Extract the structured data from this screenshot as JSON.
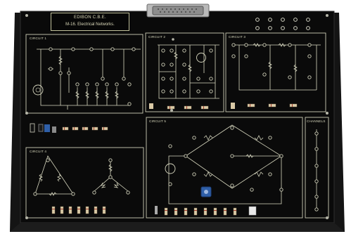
{
  "board": {
    "maker": "EDIBON C.B.E.",
    "model": "M-16. Electrical Networks."
  },
  "zones": {
    "circuit_1": "CIRCUIT 1",
    "circuit_2": "CIRCUIT 2",
    "circuit_3": "CIRCUIT 3",
    "circuit_4": "CIRCUIT 4",
    "circuit_5": "CIRCUIT 5",
    "channels": "CHANNELS"
  },
  "colors": {
    "panel": "#0a0a0a",
    "panel_edge": "#2a2a2a",
    "silkscreen": "#d8d8c0",
    "resistor_body": "#d9c9a6",
    "potentiometer": "#2f5fa8",
    "jack": "#c8c8b8"
  }
}
